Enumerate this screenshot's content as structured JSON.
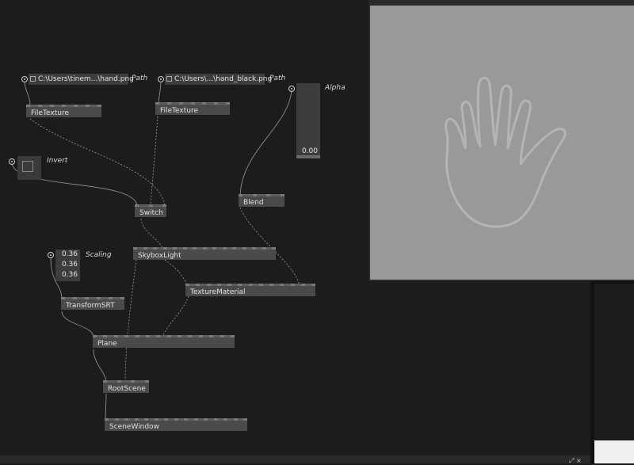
{
  "patch": {
    "io_path1": "C:\\Users\\tinem...\\hand.png",
    "io_path2": "C:\\Users\\...\\hand_black.png",
    "label_path": "Path",
    "label_alpha": "Alpha",
    "label_invert": "Invert",
    "label_scaling": "Scaling",
    "alpha_value": "0.00",
    "scaling_values": [
      "0.36",
      "0.36",
      "0.36"
    ],
    "nodes": {
      "filetexture1": "FileTexture",
      "filetexture2": "FileTexture",
      "switch": "Switch",
      "blend": "Blend",
      "skyboxlight": "SkyboxLight",
      "texturematerial": "TextureMaterial",
      "transformsrt": "TransformSRT",
      "plane": "Plane",
      "rootscene": "RootScene",
      "scenewindow": "SceneWindow"
    }
  },
  "preview": {
    "background": "#98999b",
    "outline": "#b4b5b7"
  },
  "statusbar": {
    "corner_glyphs": "⤢ ×"
  }
}
